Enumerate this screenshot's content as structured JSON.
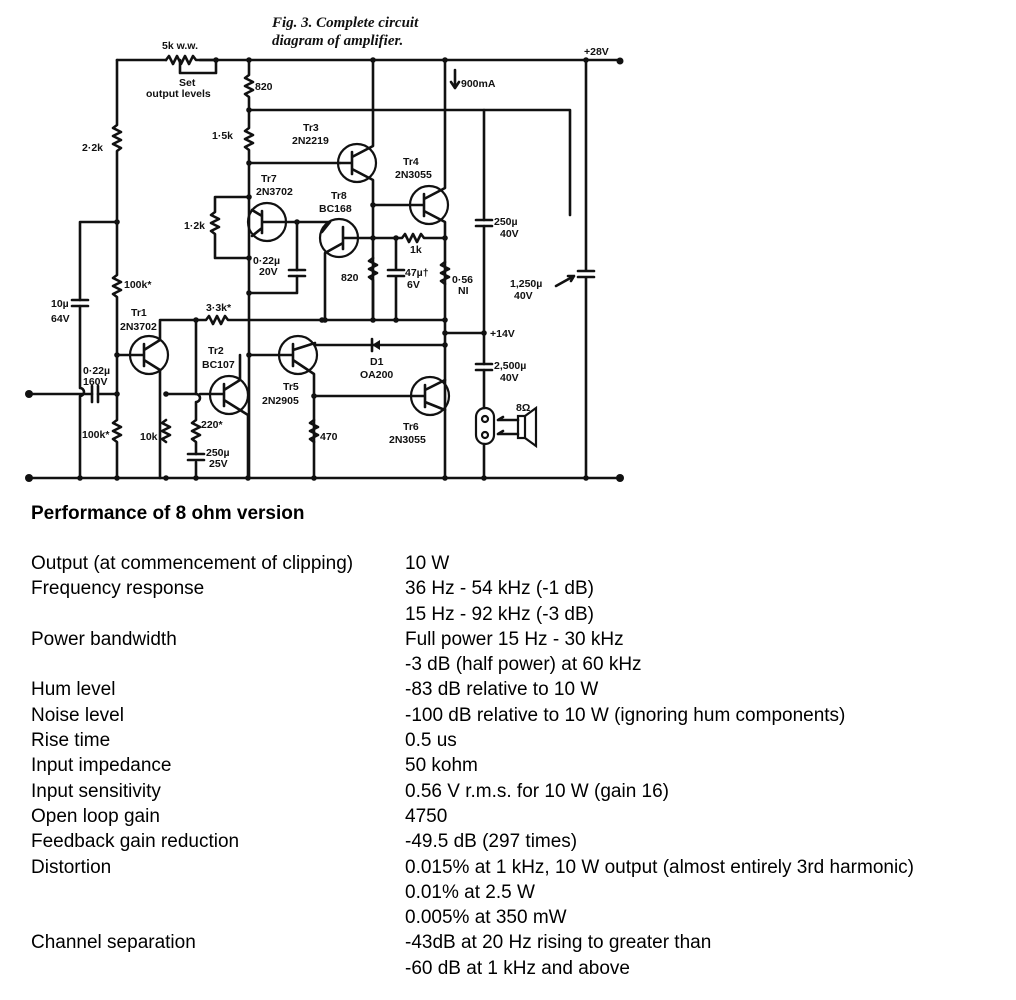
{
  "figure": {
    "caption_line1": "Fig. 3. Complete circuit",
    "caption_line2": "diagram of amplifier.",
    "supply_label": "+28V",
    "midpoint_label": "+14V",
    "current_label": "900mA",
    "pot": {
      "value": "5k w.w.",
      "note_line1": "Set",
      "note_line2": "output levels"
    },
    "transistors": [
      {
        "ref": "Tr1",
        "type": "2N3702"
      },
      {
        "ref": "Tr2",
        "type": "BC107"
      },
      {
        "ref": "Tr3",
        "type": "2N2219"
      },
      {
        "ref": "Tr4",
        "type": "2N3055"
      },
      {
        "ref": "Tr5",
        "type": "2N2905"
      },
      {
        "ref": "Tr6",
        "type": "2N3055"
      },
      {
        "ref": "Tr7",
        "type": "2N3702"
      },
      {
        "ref": "Tr8",
        "type": "BC168"
      }
    ],
    "diode": {
      "ref": "D1",
      "type": "OA200"
    },
    "resistors": {
      "r820_top": "820",
      "r1k5": "1·5k",
      "r2k2": "2·2k",
      "r1k2": "1·2k",
      "r100k_top": "100k*",
      "r100k_bot": "100k*",
      "r3k3": "3·3k*",
      "r10k": "10k",
      "r220": "220*",
      "r470": "470",
      "r820_mid": "820",
      "r1k": "1k",
      "r056": "0·56",
      "r056_note": "NI"
    },
    "capacitors": {
      "c10u": {
        "value": "10µ",
        "voltage": "64V"
      },
      "c022_in": {
        "value": "0·22µ",
        "voltage": "160V"
      },
      "c022_fb": {
        "value": "0·22µ",
        "voltage": "20V"
      },
      "c47u": {
        "value": "47µ†",
        "voltage": "6V"
      },
      "c250_top": {
        "value": "250µ",
        "voltage": "40V"
      },
      "c1250": {
        "value": "1,250µ",
        "voltage": "40V"
      },
      "c2500": {
        "value": "2,500µ",
        "voltage": "40V"
      },
      "c250_low": {
        "value": "250µ",
        "voltage": "25V"
      }
    },
    "speaker_label": "8Ω"
  },
  "specs": {
    "title": "Performance of 8 ohm version",
    "rows": [
      {
        "label": "Output (at commencement of clipping)",
        "value": "10 W"
      },
      {
        "label": "Frequency response",
        "value": "36 Hz - 54 kHz (-1 dB)"
      },
      {
        "label": "",
        "value": "15 Hz - 92 kHz (-3 dB)"
      },
      {
        "label": "Power bandwidth",
        "value": "Full power 15 Hz - 30 kHz"
      },
      {
        "label": "",
        "value": "-3 dB (half power) at 60 kHz"
      },
      {
        "label": "Hum level",
        "value": "-83 dB relative to 10 W"
      },
      {
        "label": "Noise level",
        "value": "-100 dB relative to 10 W (ignoring hum components)"
      },
      {
        "label": "Rise time",
        "value": "0.5 us"
      },
      {
        "label": "Input impedance",
        "value": "50 kohm"
      },
      {
        "label": "Input sensitivity",
        "value": "0.56 V r.m.s. for 10 W (gain 16)"
      },
      {
        "label": "Open loop gain",
        "value": "4750"
      },
      {
        "label": "Feedback gain reduction",
        "value": "-49.5 dB (297 times)"
      },
      {
        "label": "Distortion",
        "value": "0.015% at 1 kHz, 10 W output (almost entirely 3rd harmonic)"
      },
      {
        "label": "",
        "value": "0.01% at 2.5 W"
      },
      {
        "label": "",
        "value": "0.005% at 350 mW"
      },
      {
        "label": "Channel separation",
        "value": "-43dB at 20 Hz rising to greater than"
      },
      {
        "label": "",
        "value": "-60 dB at 1 kHz and above"
      }
    ]
  }
}
